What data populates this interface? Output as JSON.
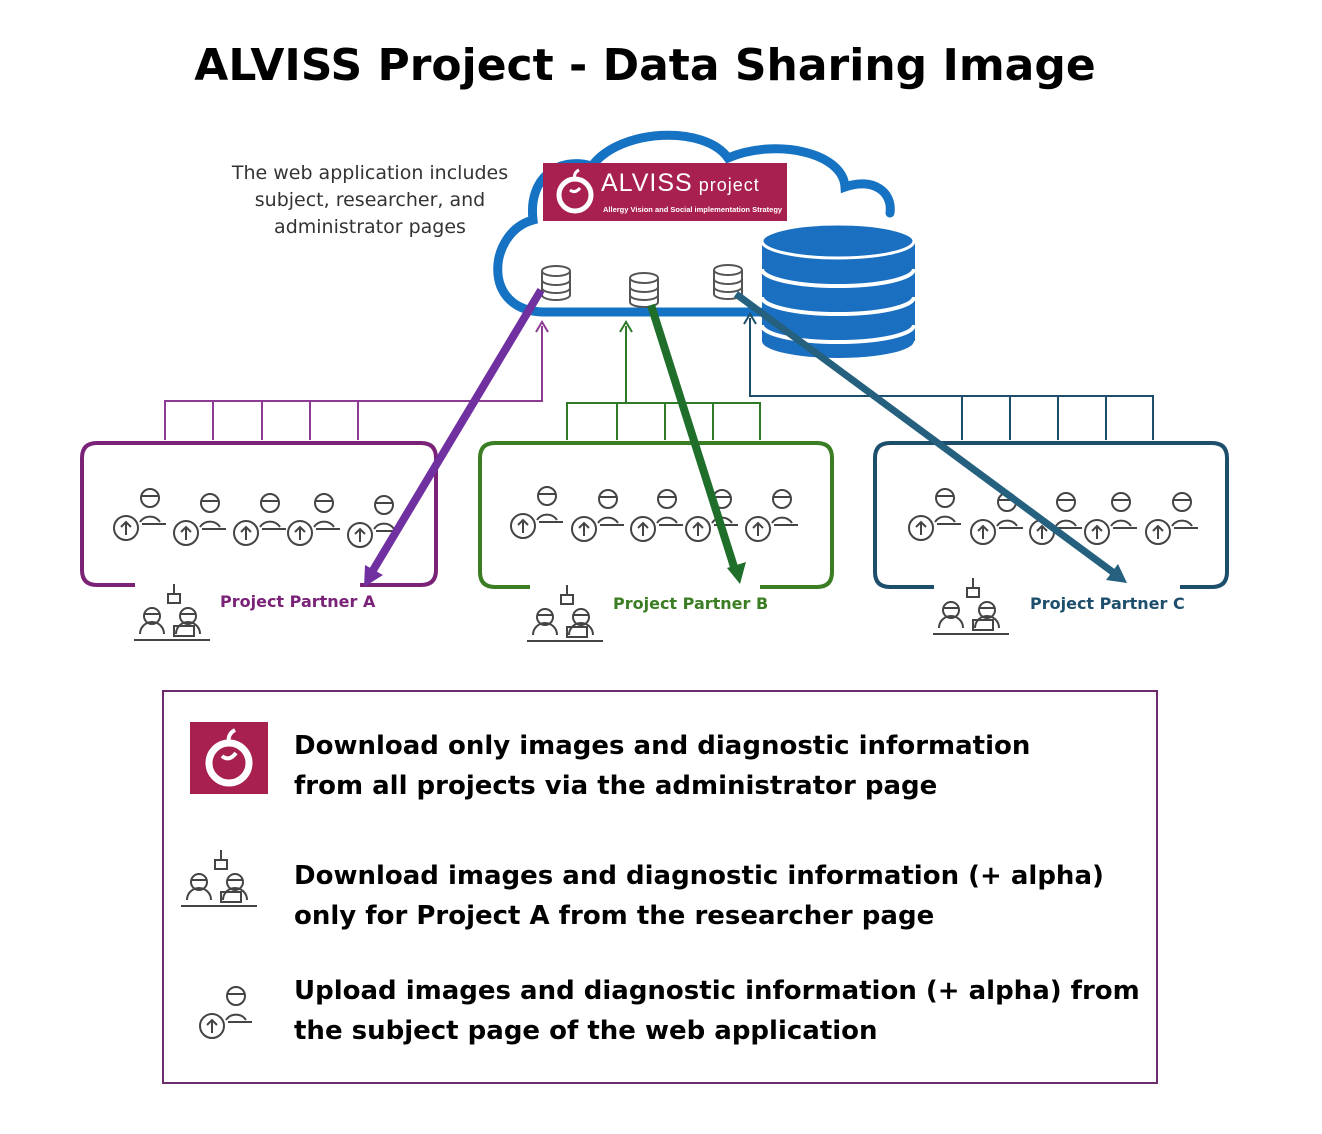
{
  "title": "ALVISS Project - Data Sharing Image",
  "web_app_note": "The web application includes subject, researcher, and administrator pages",
  "logo": {
    "brand": "ALVISS",
    "suffix": "project",
    "tagline": "Allergy Vision and Social implementation Strategy"
  },
  "partners": [
    {
      "label": "Project Partner A",
      "color": "#7a2277"
    },
    {
      "label": "Project Partner B",
      "color": "#3a7d22"
    },
    {
      "label": "Project Partner C",
      "color": "#1d4e6b"
    }
  ],
  "colors": {
    "cloud": "#1673c3",
    "database": "#1b6fc0",
    "arrow_a": "#7030a0",
    "arrow_b": "#1f6e2a",
    "arrow_c": "#25607e",
    "logo_bg": "#a8204f",
    "legend_border": "#6b2c6e"
  },
  "legend": [
    {
      "icon": "alviss-logo-icon",
      "line1": "Download only images and diagnostic information",
      "line2": "from all projects via the administrator page"
    },
    {
      "icon": "researcher-desk-icon",
      "line1": "Download images and diagnostic information (+ alpha)",
      "line2": "only for Project A from the researcher page"
    },
    {
      "icon": "subject-upload-icon",
      "line1": "Upload images and diagnostic information (+ alpha) from",
      "line2": "the subject page of the web application"
    }
  ]
}
